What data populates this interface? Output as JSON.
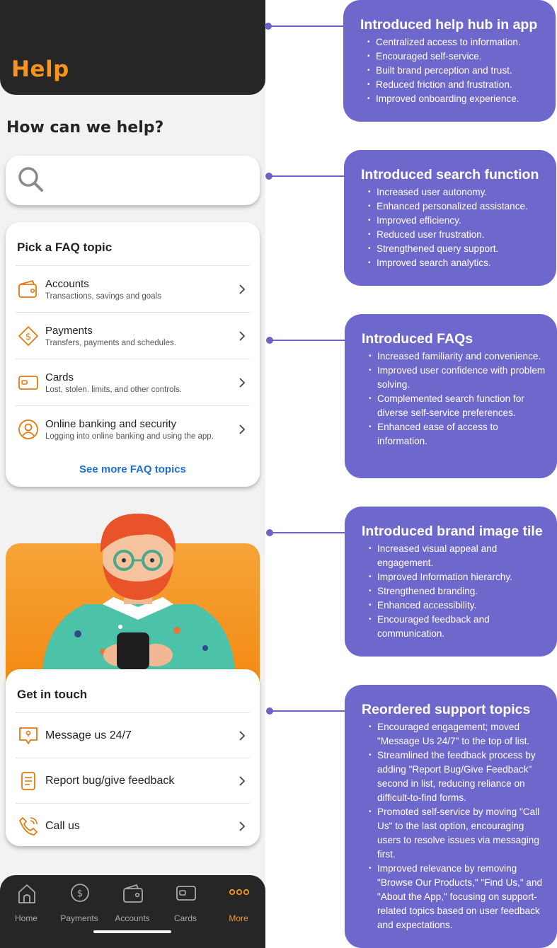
{
  "header": {
    "title": "Help"
  },
  "help_heading": "How can we help?",
  "search": {
    "placeholder": ""
  },
  "faq": {
    "title": "Pick a FAQ topic",
    "items": [
      {
        "label": "Accounts",
        "sub": "Transactions, savings and goals",
        "icon": "wallet-icon"
      },
      {
        "label": "Payments",
        "sub": "Transfers, payments and schedules.",
        "icon": "payment-icon"
      },
      {
        "label": "Cards",
        "sub": "Lost, stolen. limits, and other controls.",
        "icon": "card-icon"
      },
      {
        "label": "Online banking and security",
        "sub": "Logging into online banking and using the app.",
        "icon": "user-icon"
      }
    ],
    "see_more": "See more FAQ topics"
  },
  "touch": {
    "title": "Get in touch",
    "items": [
      {
        "label": "Message us 24/7",
        "icon": "message-icon"
      },
      {
        "label": "Report bug/give feedback",
        "icon": "document-icon"
      },
      {
        "label": "Call us",
        "icon": "phone-icon"
      }
    ]
  },
  "nav": {
    "items": [
      {
        "label": "Home",
        "icon": "home-icon"
      },
      {
        "label": "Payments",
        "icon": "payment-icon"
      },
      {
        "label": "Accounts",
        "icon": "wallet-icon"
      },
      {
        "label": "Cards",
        "icon": "card-icon"
      },
      {
        "label": "More",
        "icon": "more-icon",
        "active": true
      }
    ]
  },
  "notes": [
    {
      "title": "Introduced help hub in app",
      "points": [
        "Centralized access to information.",
        "Encouraged self-service.",
        "Built brand perception and trust.",
        "Reduced friction and frustration.",
        "Improved onboarding experience."
      ]
    },
    {
      "title": "Introduced search function",
      "points": [
        "Increased user autonomy.",
        "Enhanced personalized assistance.",
        "Improved efficiency.",
        "Reduced user frustration.",
        "Strengthened query support.",
        "Improved search analytics."
      ]
    },
    {
      "title": "Introduced FAQs",
      "points": [
        "Increased familiarity and convenience.",
        "Improved user confidence with problem solving.",
        "Complemented search function for diverse self-service preferences.",
        "Enhanced ease of access to information."
      ]
    },
    {
      "title": "Introduced brand image tile",
      "points": [
        "Increased visual appeal and engagement.",
        "Improved Information hierarchy.",
        "Strengthened branding.",
        "Enhanced accessibility.",
        "Encouraged feedback and communication."
      ]
    },
    {
      "title": "Reordered support topics",
      "points": [
        "Encouraged engagement; moved \"Message Us 24/7\" to the top of list.",
        "Streamlined the feedback process by adding \"Report Bug/Give Feedback\" second in list, reducing reliance on difficult-to-find forms.",
        "Promoted self-service by moving \"Call Us\" to the last option, encouraging users to resolve issues via messaging first.",
        "Improved relevance by removing \"Browse Our Products,\" \"Find Us,\" and \"About the App,\" focusing on support-related topics based on user feedback and expectations."
      ]
    }
  ],
  "colors": {
    "brand_orange": "#f7941d",
    "header_dark": "#262626",
    "annotation_purple": "#6f68cc",
    "link_blue": "#1f6fd6"
  }
}
